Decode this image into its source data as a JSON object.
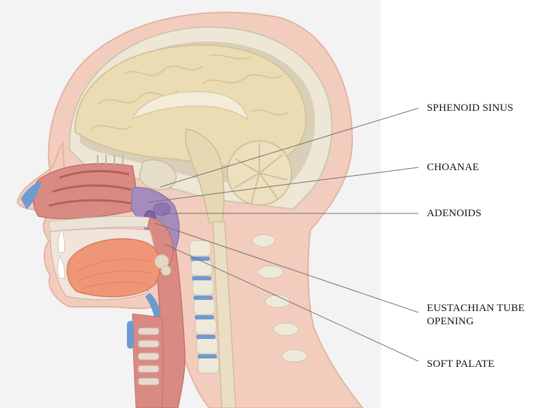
{
  "labels": [
    {
      "id": "sphenoid-sinus",
      "lines": [
        "SPHENOID SINUS"
      ]
    },
    {
      "id": "choanae",
      "lines": [
        "CHOANAE"
      ]
    },
    {
      "id": "adenoids",
      "lines": [
        "ADENOIDS"
      ]
    },
    {
      "id": "eustachian-tube-opening",
      "lines": [
        "EUSTACHIAN TUBE",
        "OPENING"
      ]
    },
    {
      "id": "soft-palate",
      "lines": [
        "SOFT PALATE"
      ]
    }
  ],
  "colors": {
    "panel": "#f3f3f3",
    "skin": "#f2cdbd",
    "brain": "#ebdcb4",
    "bone": "#e9e4d6",
    "muscle": "#ef9677",
    "mucosa": "#d98a83",
    "nasopharynx": "#a58cbf",
    "cartilage": "#6c9bcf",
    "leader": "#707070"
  }
}
